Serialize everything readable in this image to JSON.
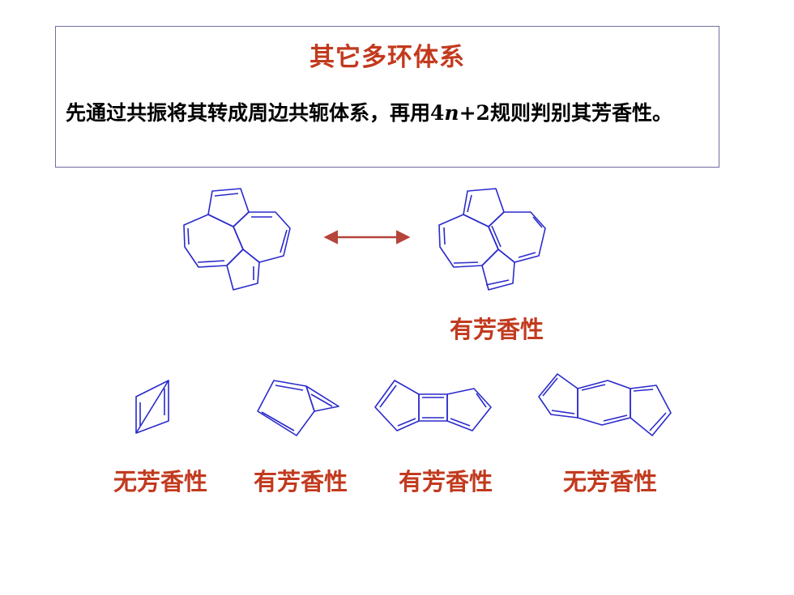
{
  "slide": {
    "title": "其它多环体系",
    "desc_part1": "先通过共振将其转成周边共轭体系，再用",
    "desc_formula_num": "4",
    "desc_formula_var": "n",
    "desc_formula_rest": "+2",
    "desc_part2": "规则判别其芳香性。"
  },
  "labels": {
    "top_right": "有芳香性",
    "bottom_1": "无芳香性",
    "bottom_2": "有芳香性",
    "bottom_3": "有芳香性",
    "bottom_4": "无芳香性"
  },
  "colors": {
    "title": "#c23a1e",
    "bond": "#2a2acc",
    "arrow": "#b5443a"
  }
}
